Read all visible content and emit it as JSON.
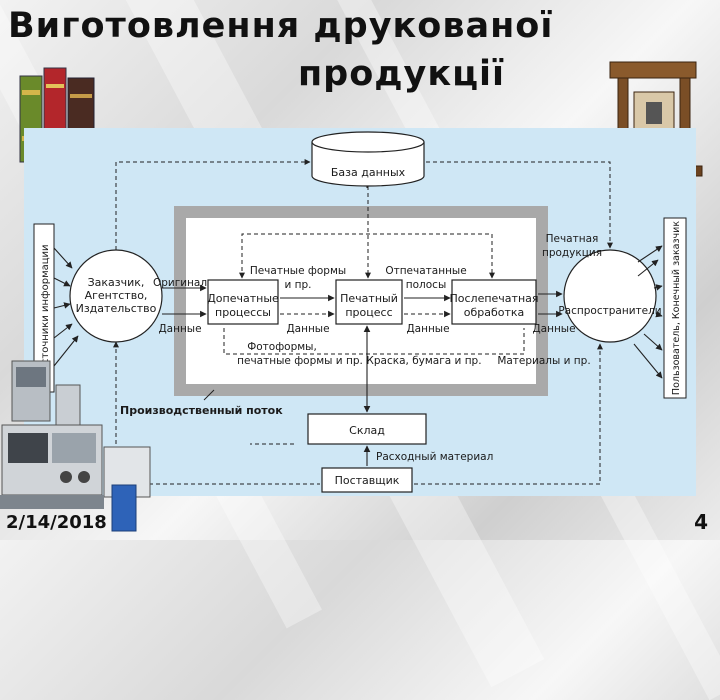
{
  "slide": {
    "title_line1": "Виготовлення друкованої",
    "title_line2": "продукції",
    "date": "2/14/2018",
    "page_number": "4"
  },
  "diagram": {
    "database": "База данных",
    "customer": [
      "Заказчик,",
      "Агентство,",
      "Издательство"
    ],
    "prepress": [
      "Допечатные",
      "процессы"
    ],
    "printing": [
      "Печатный",
      "процесс"
    ],
    "postpress": [
      "Послепечатная",
      "обработка"
    ],
    "distributor": "Распространители",
    "warehouse": "Склад",
    "supplier": "Поставщик",
    "info_sources": "Источники информации",
    "end_users": "Пользователь, Конечный заказчик",
    "print_forms": [
      "Печатные формы",
      "и пр."
    ],
    "printed_sheets": [
      "Отпечатанные",
      "полосы"
    ],
    "printed_product": [
      "Печатная",
      "продукция"
    ],
    "original": "Оригинал",
    "data_left": "Данные",
    "data_prepress": "Данные",
    "data_post": "Данные",
    "data_right": "Данные",
    "photoforms": [
      "Фотоформы,",
      "печатные формы и пр."
    ],
    "ink_paper": "Краска, бумага и пр.",
    "materials": "Материалы и пр.",
    "production_flow": "Производственный поток",
    "consumables": "Расходный материал"
  },
  "colors": {
    "diagram_bg": "#cfe7f5",
    "frame_gray": "#a9a9a9",
    "line": "#222222"
  },
  "icons": [
    "books-icon",
    "printing-press-icon",
    "printing-machine-icon"
  ]
}
